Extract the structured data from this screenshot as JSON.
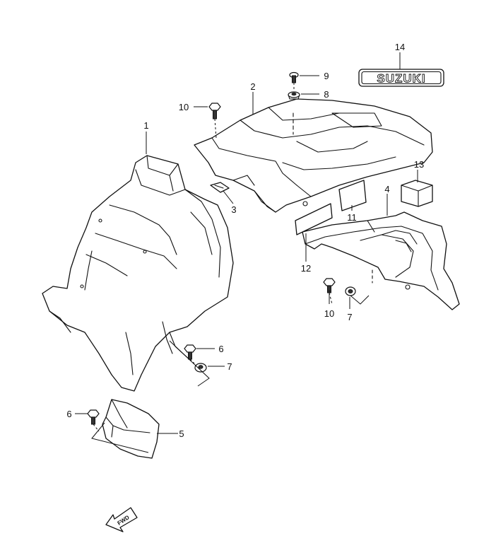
{
  "callouts": {
    "c1": "1",
    "c2": "2",
    "c3": "3",
    "c4": "4",
    "c5": "5",
    "c6a": "6",
    "c6b": "6",
    "c7a": "7",
    "c7b": "7",
    "c8": "8",
    "c9": "9",
    "c10a": "10",
    "c10b": "10",
    "c11": "11",
    "c12": "12",
    "c13": "13",
    "c14": "14"
  },
  "emblem": {
    "text": "SUZUKI"
  },
  "direction": {
    "text": "FWD"
  },
  "colors": {
    "line": "#111111",
    "background": "#ffffff"
  }
}
